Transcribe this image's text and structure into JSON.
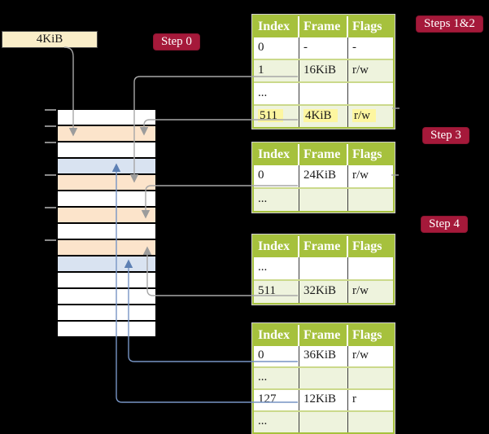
{
  "colors": {
    "background": "#000000",
    "badge_bg": "#a5193a",
    "table_header_bg": "#a6c13d",
    "table_alt_row_bg": "#eef3dd",
    "highlight_bg": "#fdf6a0",
    "frame_row_bg": "#fce4cb",
    "pagetable_row_bg": "#d9e3f1",
    "legend_bg": "#faeec9",
    "gray_line": "#a7a7a7",
    "blue_line": "#7794c4"
  },
  "legend": {
    "label": "4KiB"
  },
  "badges": {
    "step0": "Step 0",
    "steps12": "Steps 1&2",
    "step3": "Step 3",
    "step4": "Step 4"
  },
  "memory_stack": {
    "rows": [
      {
        "kind": "plain"
      },
      {
        "kind": "frame"
      },
      {
        "kind": "plain"
      },
      {
        "kind": "pagetable"
      },
      {
        "kind": "frame"
      },
      {
        "kind": "plain"
      },
      {
        "kind": "frame"
      },
      {
        "kind": "plain"
      },
      {
        "kind": "frame"
      },
      {
        "kind": "pagetable"
      },
      {
        "kind": "plain"
      },
      {
        "kind": "plain"
      },
      {
        "kind": "plain"
      },
      {
        "kind": "plain"
      }
    ]
  },
  "tables": [
    {
      "id": "l1",
      "headers": [
        "Index",
        "Frame",
        "Flags"
      ],
      "rows": [
        {
          "cells": [
            "0",
            "-",
            "-"
          ]
        },
        {
          "cells": [
            "1",
            "16KiB",
            "r/w"
          ]
        },
        {
          "cells": [
            "...",
            "",
            ""
          ]
        },
        {
          "cells": [
            "511",
            "4KiB",
            "r/w"
          ],
          "highlight": true
        }
      ]
    },
    {
      "id": "l2a",
      "headers": [
        "Index",
        "Frame",
        "Flags"
      ],
      "rows": [
        {
          "cells": [
            "0",
            "24KiB",
            "r/w"
          ]
        },
        {
          "cells": [
            "...",
            "",
            ""
          ]
        }
      ]
    },
    {
      "id": "l2b",
      "headers": [
        "Index",
        "Frame",
        "Flags"
      ],
      "rows": [
        {
          "cells": [
            "...",
            "",
            ""
          ]
        },
        {
          "cells": [
            "511",
            "32KiB",
            "r/w"
          ]
        }
      ]
    },
    {
      "id": "l3",
      "headers": [
        "Index",
        "Frame",
        "Flags"
      ],
      "rows": [
        {
          "cells": [
            "0",
            "36KiB",
            "r/w"
          ]
        },
        {
          "cells": [
            "...",
            "",
            ""
          ]
        },
        {
          "cells": [
            "127",
            "12KiB",
            "r"
          ]
        },
        {
          "cells": [
            "...",
            "",
            ""
          ]
        }
      ]
    }
  ]
}
